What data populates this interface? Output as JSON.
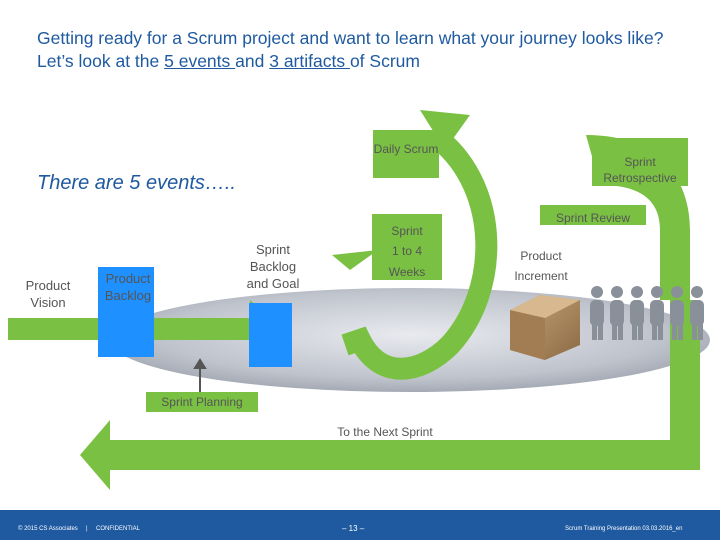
{
  "title": {
    "part1": "Getting ready for a Scrum project and want to learn what your journey looks like?  Let’s look at the ",
    "events_link": "5 events ",
    "part2": "and ",
    "artifacts_link": "3 artifacts ",
    "part3": "of Scrum"
  },
  "events_heading": "There are 5 events…..",
  "labels": {
    "product_vision": "Product Vision",
    "product_backlog": "Product Backlog",
    "sprint_backlog": "Sprint Backlog and Goal",
    "daily_scrum": "Daily Scrum",
    "sprint_retro": "Sprint Retrospective",
    "sprint_review": "Sprint Review",
    "sprint_length_1": "Sprint",
    "sprint_length_2": "1 to 4",
    "sprint_length_3": "Weeks",
    "product_increment_1": "Product",
    "product_increment_2": "Increment",
    "sprint_planning": "Sprint Planning",
    "next_sprint": "To the Next Sprint"
  },
  "footer": {
    "copyright": "© 2015 CS Associates",
    "separator": "|",
    "confidential": "CONFIDENTIAL",
    "page": "– 13 –",
    "doc": "Scrum Training Presentation 03.03.2016_en"
  },
  "colors": {
    "green": "#7ac143",
    "blue_box": "#1e90ff",
    "title_blue": "#1f5aa0",
    "ellipse": "#b8bcc8"
  }
}
